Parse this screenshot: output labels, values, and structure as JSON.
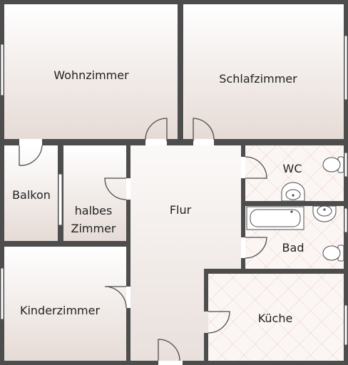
{
  "floorplan": {
    "rooms": {
      "wohnzimmer": "Wohnzimmer",
      "schlafzimmer": "Schlafzimmer",
      "wc": "WC",
      "balkon": "Balkon",
      "halbes_zimmer_line1": "halbes",
      "halbes_zimmer_line2": "Zimmer",
      "flur": "Flur",
      "bad": "Bad",
      "kinderzimmer": "Kinderzimmer",
      "kueche": "Küche"
    },
    "colors": {
      "wall": "#4d4d4d",
      "room_fill_top": "#ffffff",
      "room_fill_bottom": "#e8ddd8",
      "tile_line": "#e6c2b8"
    }
  }
}
